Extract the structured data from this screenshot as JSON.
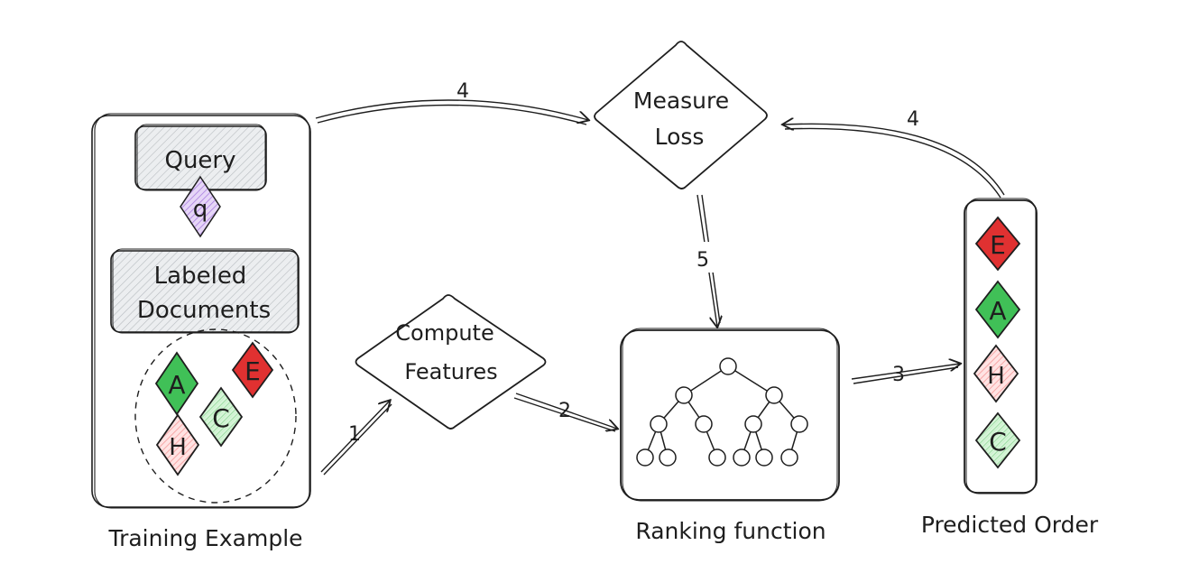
{
  "diagram": {
    "training_example": {
      "caption": "Training Example",
      "query": {
        "label": "Query",
        "token": "q"
      },
      "labeled_documents": {
        "line1": "Labeled",
        "line2": "Documents"
      },
      "documents": [
        "A",
        "E",
        "C",
        "H"
      ]
    },
    "measure_loss": {
      "line1": "Measure",
      "line2": "Loss"
    },
    "compute_features": {
      "line1": "Compute",
      "line2": "Features"
    },
    "ranking_function": {
      "caption": "Ranking function"
    },
    "predicted_order": {
      "caption": "Predicted Order",
      "items": [
        "E",
        "A",
        "H",
        "C"
      ]
    },
    "arrows": {
      "training_to_features": "1",
      "features_to_ranking": "2",
      "ranking_to_predicted": "3",
      "training_to_loss": "4",
      "predicted_to_loss": "4",
      "loss_to_ranking": "5"
    },
    "colors": {
      "stroke": "#1e1e1e",
      "query_token": "#be9ae8",
      "doc_green": "#40c057",
      "doc_red": "#e03131",
      "doc_light_green": "#b2f2bb",
      "doc_pink": "#ffc9c9",
      "box_fill": "#e9ecef"
    }
  }
}
